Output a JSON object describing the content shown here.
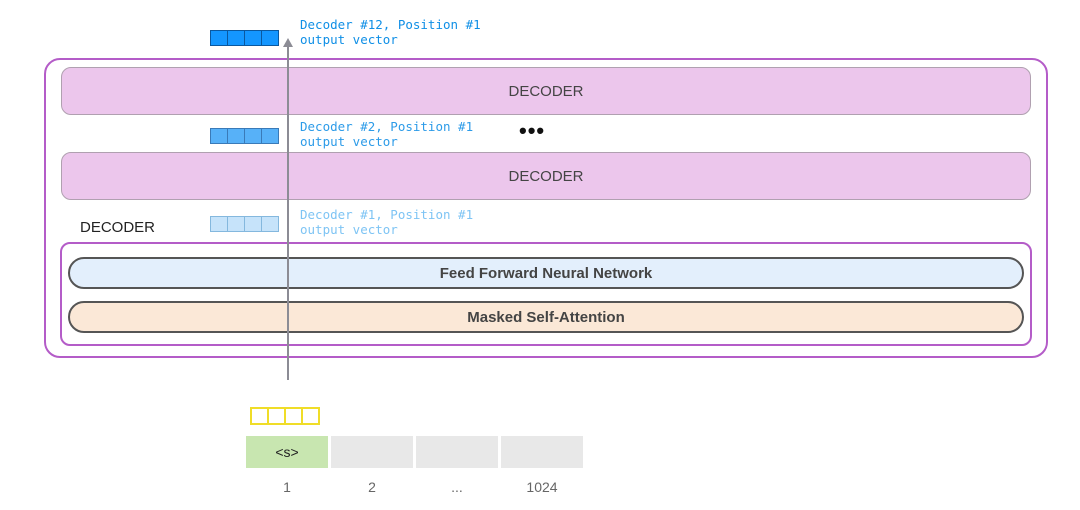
{
  "outputs": {
    "top": {
      "line1": "Decoder #12, Position #1",
      "line2": "output vector"
    },
    "middle": {
      "line1": "Decoder #2, Position #1",
      "line2": "output vector"
    },
    "bottom": {
      "line1": "Decoder #1, Position #1",
      "line2": "output vector"
    }
  },
  "decoders": [
    "DECODER",
    "DECODER"
  ],
  "ellipsis": "•••",
  "decoder_block": {
    "label": "DECODER",
    "layers": {
      "ffnn": "Feed Forward Neural Network",
      "self_attention": "Masked Self-Attention"
    }
  },
  "tokens": {
    "cells": [
      "<s>",
      "",
      "",
      ""
    ],
    "positions": [
      "1",
      "2",
      "...",
      "1024"
    ]
  },
  "colors": {
    "decoder_fill": "#ecc6ec",
    "frame": "#b45cc8",
    "ffnn_fill": "#e3effc",
    "attention_fill": "#fbe8d7",
    "token_highlight": "#c8e6b0",
    "input_vector_border": "#f0dd28"
  }
}
